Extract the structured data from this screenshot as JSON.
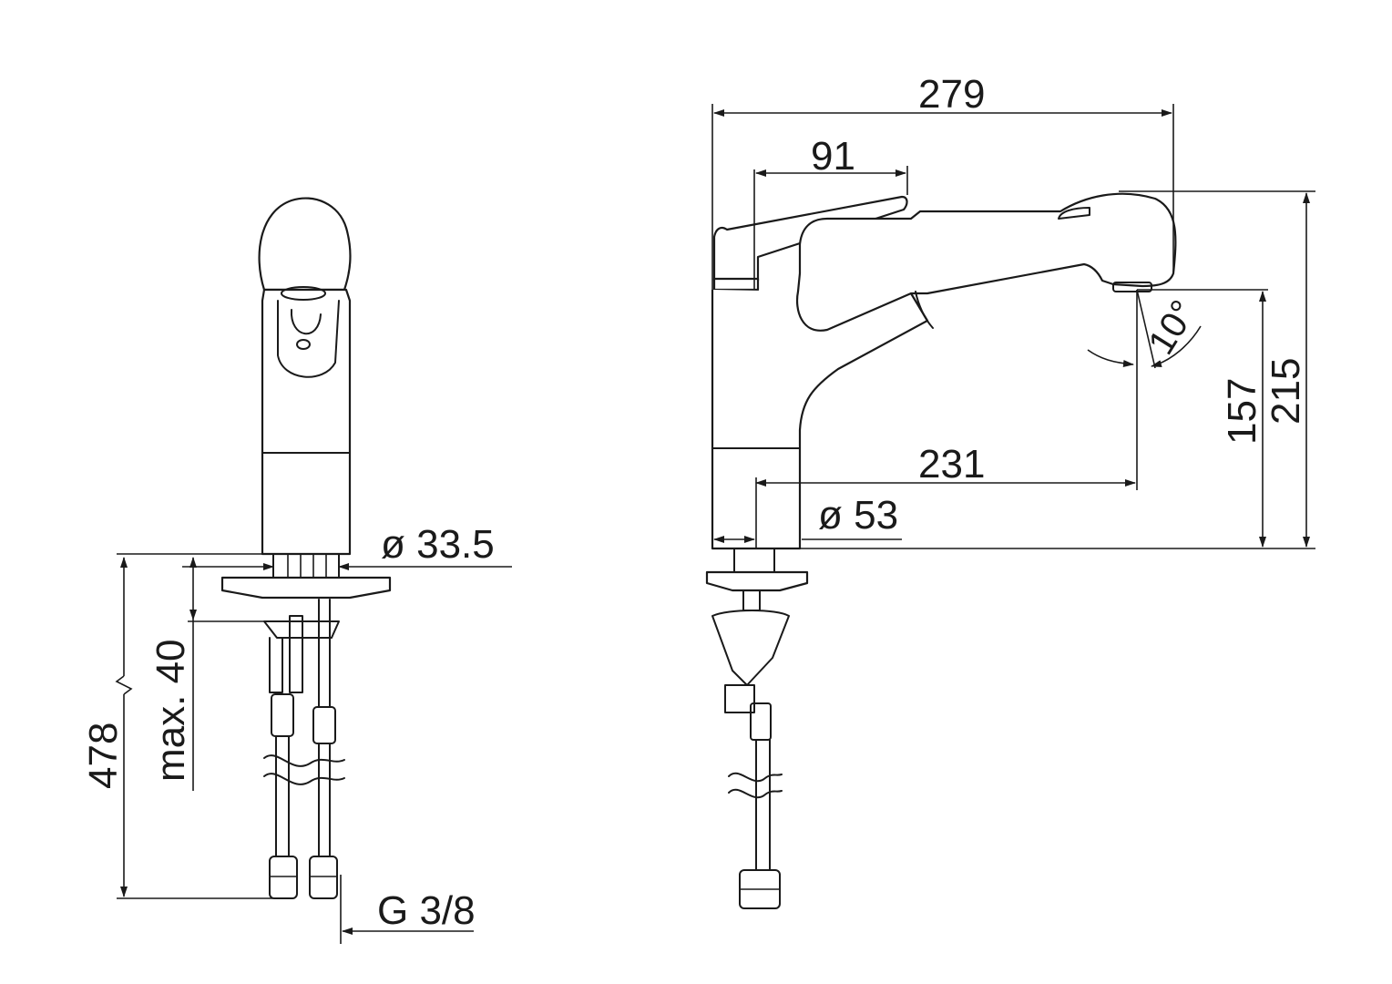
{
  "drawing": {
    "front_view": {
      "dimensions": {
        "spout_diameter": "ø 33.5",
        "max_thickness": "max. 40",
        "total_length": "478",
        "connection": "G 3/8"
      }
    },
    "side_view": {
      "dimensions": {
        "overall_length": "279",
        "lever_reach": "91",
        "total_height": "215",
        "outlet_height": "157",
        "spout_reach": "231",
        "base_diameter": "ø 53",
        "spray_angle": "10°"
      }
    }
  }
}
